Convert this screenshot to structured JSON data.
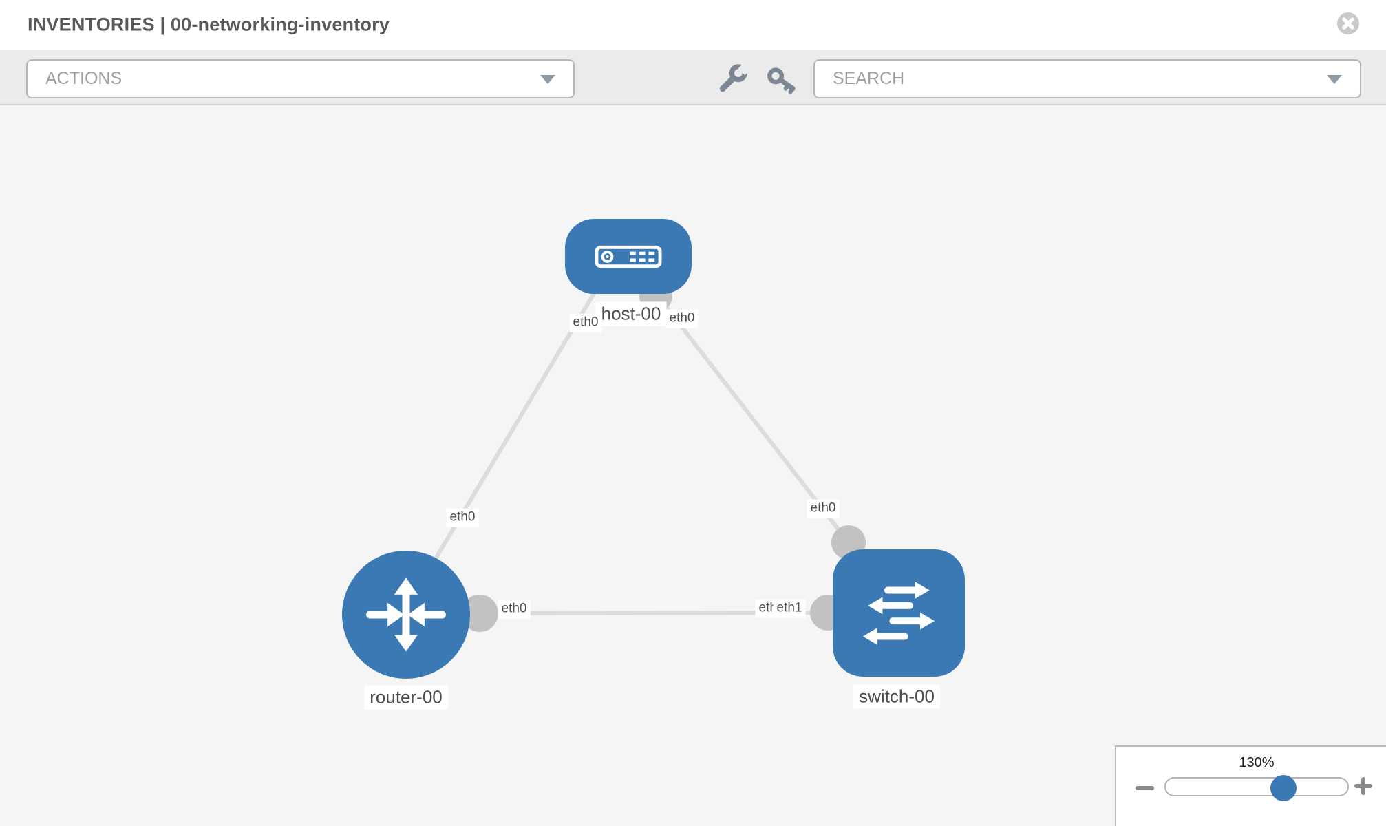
{
  "header": {
    "title": "INVENTORIES | 00-networking-inventory"
  },
  "toolbar": {
    "actions_label": "ACTIONS",
    "search_label": "SEARCH"
  },
  "icons": {
    "close": "circle-x",
    "wrench": "wrench",
    "key": "key",
    "actions_caret": "chevron-down",
    "search_caret": "chevron-down",
    "zoom_out": "minus",
    "zoom_in": "plus"
  },
  "topology": {
    "nodes": [
      {
        "label": "host-00",
        "type": "host"
      },
      {
        "label": "router-00",
        "type": "router"
      },
      {
        "label": "switch-00",
        "type": "switch"
      }
    ],
    "links": [
      {
        "from": "host-00",
        "from_if": "eth0",
        "to": "router-00",
        "to_if": "eth0"
      },
      {
        "from": "host-00",
        "from_if": "eth0",
        "to": "switch-00",
        "to_if": "eth0"
      },
      {
        "from": "router-00",
        "from_if": "eth0",
        "to": "switch-00",
        "to_if": "eth1"
      }
    ],
    "chips": {
      "host_label": "host-00",
      "router_label": "router-00",
      "switch_label": "switch-00",
      "host_left_if": "eth0",
      "host_right_if": "eth0",
      "router_top_if": "eth0",
      "switch_top_if": "eth0",
      "router_right_if": "eth0",
      "switch_left_if_back": "eth0",
      "switch_left_if_front": "eth1"
    }
  },
  "zoom_control": {
    "level": "130%"
  },
  "colors": {
    "node_blue": "#3a79b4",
    "link_gray": "#dcdcdc",
    "connector_gray": "#c2c2c2",
    "toolbar_bg": "#ebebeb",
    "canvas_bg": "#f5f5f5",
    "icon_gray": "#7d8793"
  }
}
